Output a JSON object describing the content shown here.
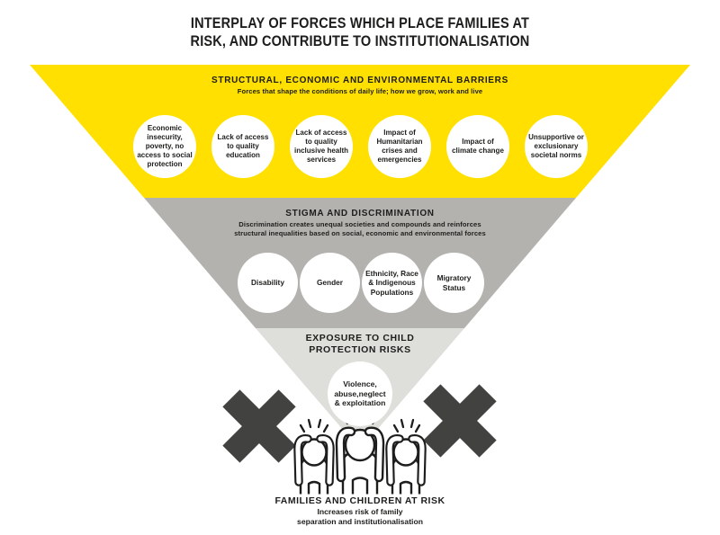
{
  "title": {
    "lines": [
      "INTERPLAY OF FORCES WHICH PLACE FAMILIES AT",
      "RISK, AND CONTRIBUTE TO INSTITUTIONALISATION"
    ]
  },
  "colors": {
    "yellow": "#FFE000",
    "mid_gray": "#B4B2AF",
    "light_gray": "#DEDFDB",
    "x_dark": "#424240",
    "ink": "#1D1D1B"
  },
  "bands": [
    {
      "title": "STRUCTURAL, ECONOMIC AND ENVIRONMENTAL BARRIERS",
      "subtitle": "Forces that shape the conditions of daily life; how we grow, work and live",
      "items": [
        "Economic insecurity, poverty, no access to social protection",
        "Lack of access to quality education",
        "Lack of access to quality inclusive health services",
        "Impact of Humanitarian crises and emergencies",
        "Impact of climate change",
        "Unsupportive or exclusionary societal norms"
      ]
    },
    {
      "title": "STIGMA AND DISCRIMINATION",
      "subtitle_lines": [
        "Discrimination creates unequal societies and compounds and reinforces",
        "structural inequalities based on social, economic and environmental forces"
      ],
      "items": [
        "Disability",
        "Gender",
        "Ethnicity, Race & Indigenous Populations",
        "Migratory Status"
      ]
    },
    {
      "title_lines": [
        "EXPOSURE TO CHILD",
        "PROTECTION RISKS"
      ],
      "items": [
        "Violence, abuse,neglect & exploitation"
      ]
    }
  ],
  "footer": {
    "title": "FAMILIES AND CHILDREN AT RISK",
    "subtitle_lines": [
      "Increases risk of family",
      "separation and institutionalisation"
    ]
  },
  "icons": {
    "left_cross": "x-mark",
    "right_cross": "x-mark",
    "people": "distressed-children"
  }
}
